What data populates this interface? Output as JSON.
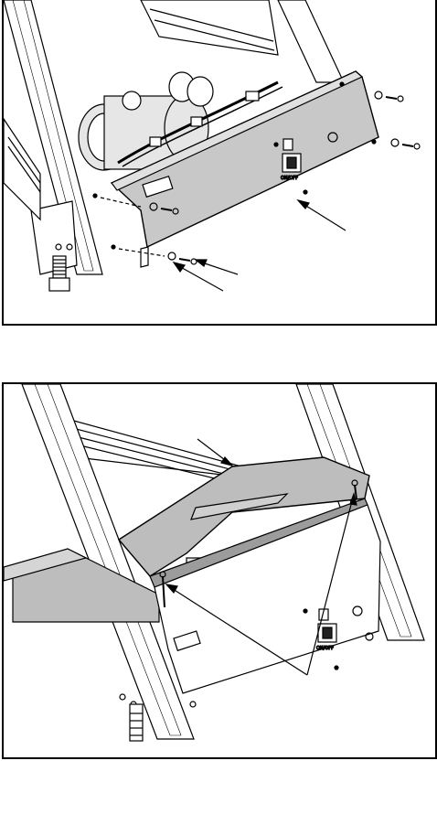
{
  "figures": [
    {
      "id": "figure-remove-motor-hood",
      "callouts": [
        "hood",
        "mounting-screw",
        "mounting-screw-lower"
      ],
      "power_switch_label": "ON/OFF"
    },
    {
      "id": "figure-install-top-cover",
      "callouts": [
        "top-cover",
        "cover-screws"
      ],
      "power_switch_label": "ON/OFF"
    }
  ],
  "colors": {
    "line": "#000000",
    "hood_fill": "#c8c8c8",
    "cover_fill": "#bdbdbd",
    "motor_fill": "#e6e6e6"
  }
}
